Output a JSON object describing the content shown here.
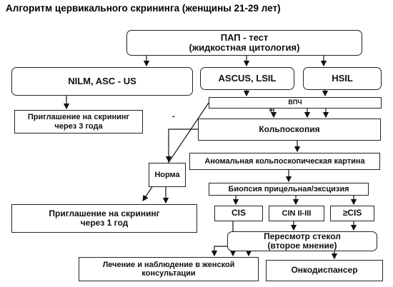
{
  "title": "Алгоритм  цервикального скрининга (женщины 21-29 лет)",
  "nodes": {
    "pap_line1": "ПАП - тест",
    "pap_line2": "(жидкостная цитология)",
    "nilm": "NILM, ASC - US",
    "ascus": "ASCUS, LSIL",
    "hsil": "HSIL",
    "vpch": "ВПЧ",
    "invite3_line1": "Приглашение на скрининг",
    "invite3_line2": "через 3 года",
    "colpo": "Кольпоскопия",
    "norma": "Норма",
    "anomal": "Аномальная кольпоскопическая картина",
    "biopsy": "Биопсия прицельная/эксцизия",
    "invite1_line1": "Приглашение на скрининг",
    "invite1_line2": "через 1 год",
    "cis": "CIS",
    "cin": "CIN II-III",
    "gecis": "≥CIS",
    "review_line1": "Пересмотр стекол",
    "review_line2": "(второе мнение)",
    "treat_line1": "Лечение и наблюдение в женской",
    "treat_line2": "консультации",
    "onco": "Онкодиспансер"
  },
  "signs": {
    "minus": "-",
    "plus": "+"
  }
}
